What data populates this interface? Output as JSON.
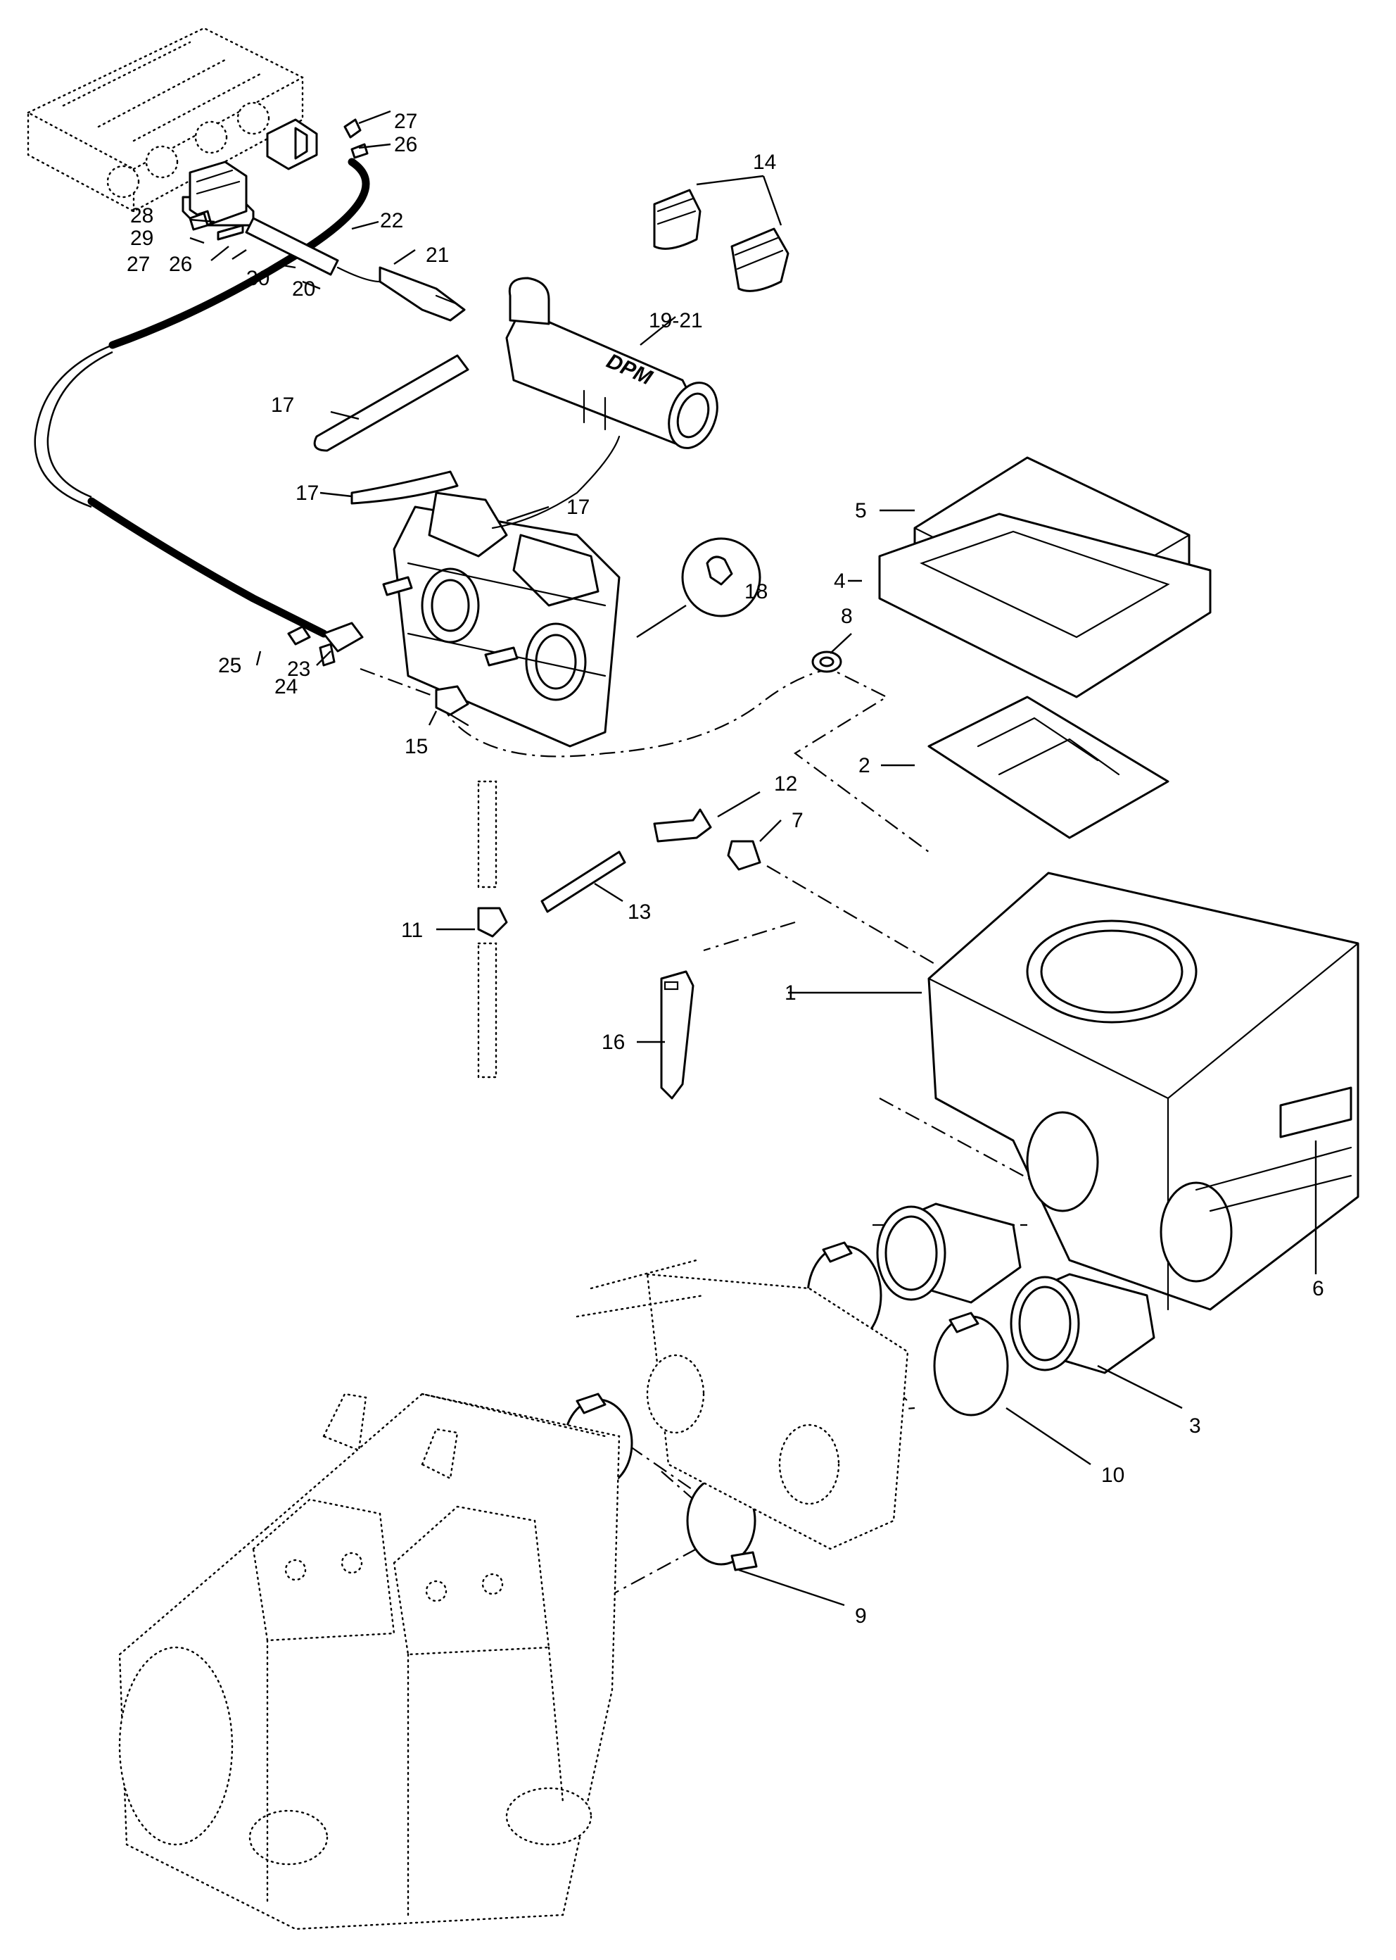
{
  "diagram": {
    "callouts": {
      "c1": "1",
      "c2": "2",
      "c3": "3",
      "c4": "4",
      "c5": "5",
      "c6": "6",
      "c7": "7",
      "c8": "8",
      "c9": "9",
      "c10": "10",
      "c11": "11",
      "c12": "12",
      "c13": "13",
      "c14": "14",
      "c15": "15",
      "c16": "16",
      "c17a": "17",
      "c17b": "17",
      "c17c": "17",
      "c18": "18",
      "c1921": "19-21",
      "c20": "20",
      "c21": "21",
      "c22": "22",
      "c23": "23",
      "c24": "24",
      "c25": "25",
      "c26a": "26",
      "c26b": "26",
      "c27a": "27",
      "c27b": "27",
      "c28": "28",
      "c29": "29",
      "c30": "30"
    },
    "manifold_marking": "DPM"
  }
}
